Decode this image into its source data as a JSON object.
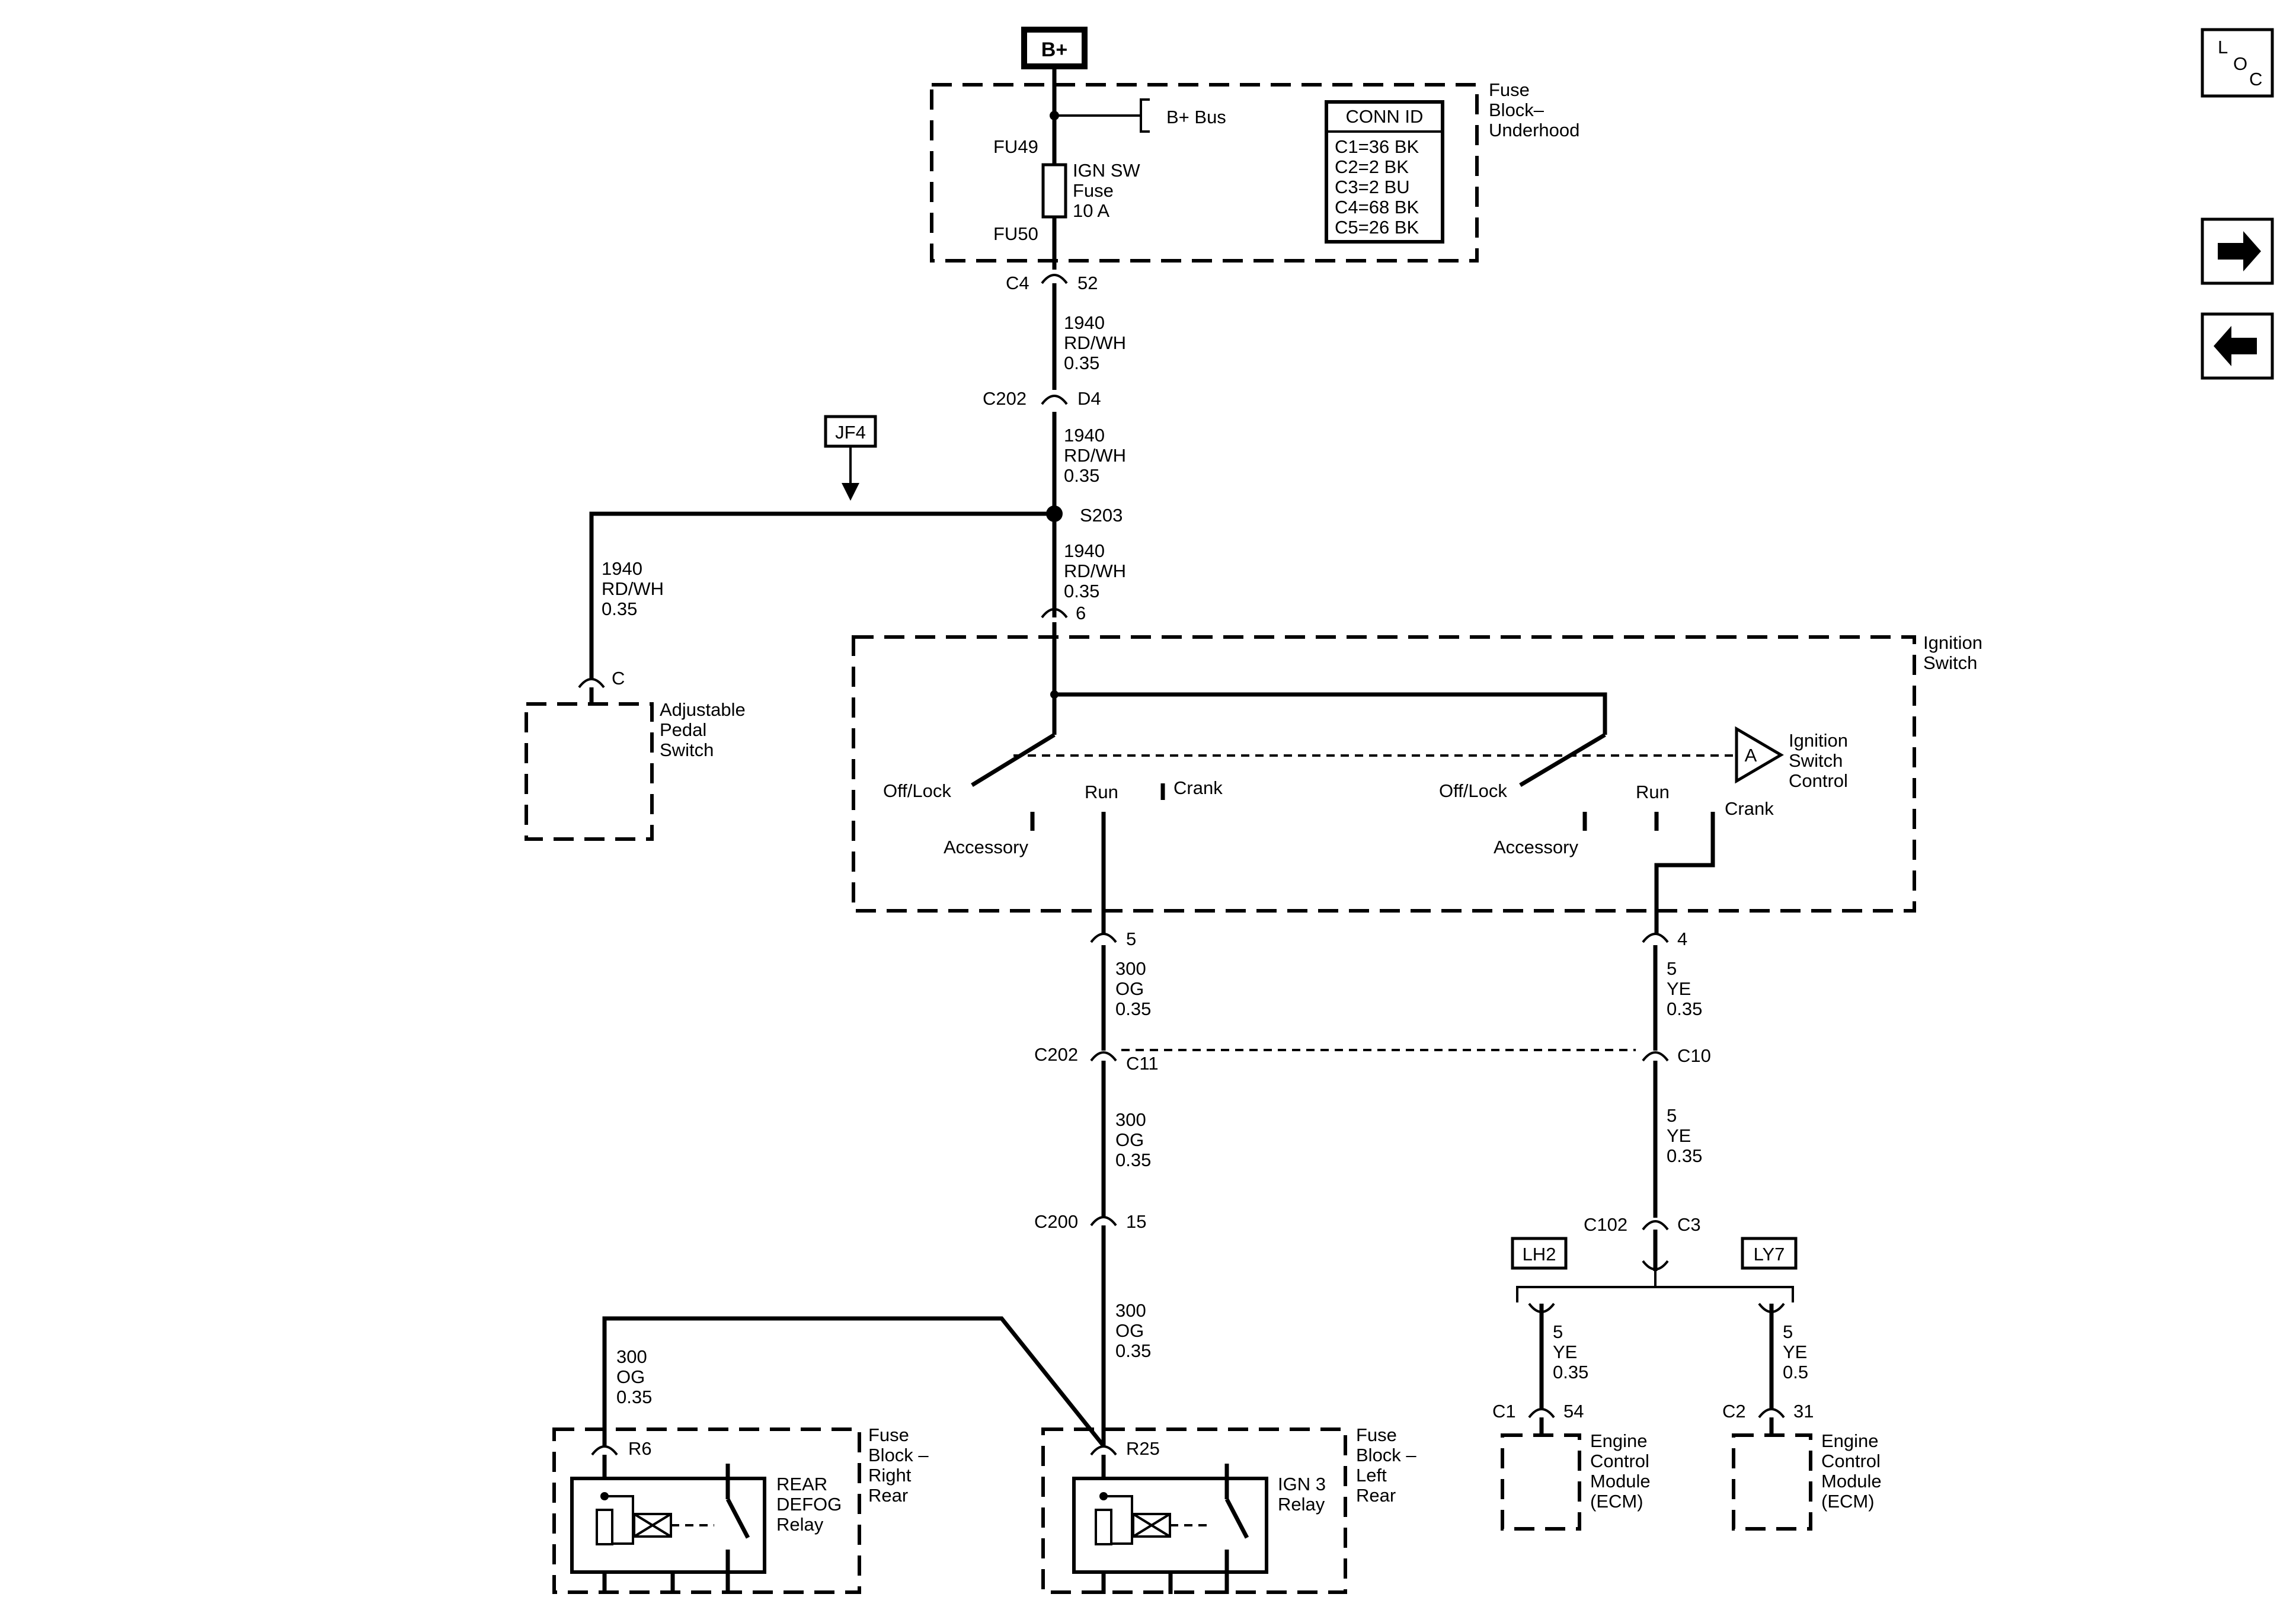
{
  "power": {
    "source": "B+",
    "bus": "B+ Bus"
  },
  "fuse_block_underhood": {
    "title": [
      "Fuse",
      "Block–",
      "Underhood"
    ],
    "fuse_in": "FU49",
    "fuse_out": "FU50",
    "fuse_label": [
      "IGN SW",
      "Fuse",
      "10 A"
    ],
    "conn_id_title": "CONN ID",
    "conn_ids": [
      "C1=36 BK",
      "C2=2 BK",
      "C3=2 BU",
      "C4=68 BK",
      "C5=26 BK"
    ]
  },
  "connectors": {
    "c4": "C4",
    "c4_pin": "52",
    "c202_top": "C202",
    "c202_top_pin": "D4",
    "s203": "S203",
    "ign_in_pin": "6",
    "adj_pin": "C",
    "run_out_pin": "5",
    "crank_out_pin": "4",
    "c202_mid": "C202",
    "c202_mid_pin_left": "C11",
    "c202_mid_pin_right": "C10",
    "c200": "C200",
    "c200_pin": "15",
    "c102": "C102",
    "c102_pin": "C3",
    "r6": "R6",
    "r25": "R25",
    "ecm1": "C1",
    "ecm1_pin": "54",
    "ecm2": "C2",
    "ecm2_pin": "31"
  },
  "wires": {
    "w1940_a": [
      "1940",
      "RD/WH",
      "0.35"
    ],
    "w1940_b": [
      "1940",
      "RD/WH",
      "0.35"
    ],
    "w1940_c": [
      "1940",
      "RD/WH",
      "0.35"
    ],
    "w1940_adj": [
      "1940",
      "RD/WH",
      "0.35"
    ],
    "w300_a": [
      "300",
      "OG",
      "0.35"
    ],
    "w300_b": [
      "300",
      "OG",
      "0.35"
    ],
    "w300_c": [
      "300",
      "OG",
      "0.35"
    ],
    "w300_d": [
      "300",
      "OG",
      "0.35"
    ],
    "w5_a": [
      "5",
      "YE",
      "0.35"
    ],
    "w5_b": [
      "5",
      "YE",
      "0.35"
    ],
    "w5_c": [
      "5",
      "YE",
      "0.35"
    ],
    "w5_d": [
      "5",
      "YE",
      "0.5"
    ]
  },
  "ref_tags": {
    "jf4": "JF4",
    "lh2": "LH2",
    "ly7": "LY7"
  },
  "ignition_switch": {
    "title": [
      "Ignition",
      "Switch"
    ],
    "control": [
      "Ignition",
      "Switch",
      "Control"
    ],
    "control_tag": "A",
    "positions_left": {
      "off": "Off/Lock",
      "accessory": "Accessory",
      "run": "Run",
      "crank": "Crank"
    },
    "positions_right": {
      "off": "Off/Lock",
      "accessory": "Accessory",
      "run": "Run",
      "crank": "Crank"
    }
  },
  "components": {
    "adjustable_pedal": [
      "Adjustable",
      "Pedal",
      "Switch"
    ],
    "fb_right_rear": [
      "Fuse",
      "Block –",
      "Right",
      "Rear"
    ],
    "fb_left_rear": [
      "Fuse",
      "Block –",
      "Left",
      "Rear"
    ],
    "rear_defog_relay": [
      "REAR",
      "DEFOG",
      "Relay"
    ],
    "ign3_relay": [
      "IGN 3",
      "Relay"
    ],
    "ecm1": [
      "Engine",
      "Control",
      "Module",
      "(ECM)"
    ],
    "ecm2": [
      "Engine",
      "Control",
      "Module",
      "(ECM)"
    ]
  },
  "nav": {
    "loc_l": "L",
    "loc_o": "O",
    "loc_c": "C",
    "next": "next-arrow-icon",
    "prev": "prev-arrow-icon"
  }
}
